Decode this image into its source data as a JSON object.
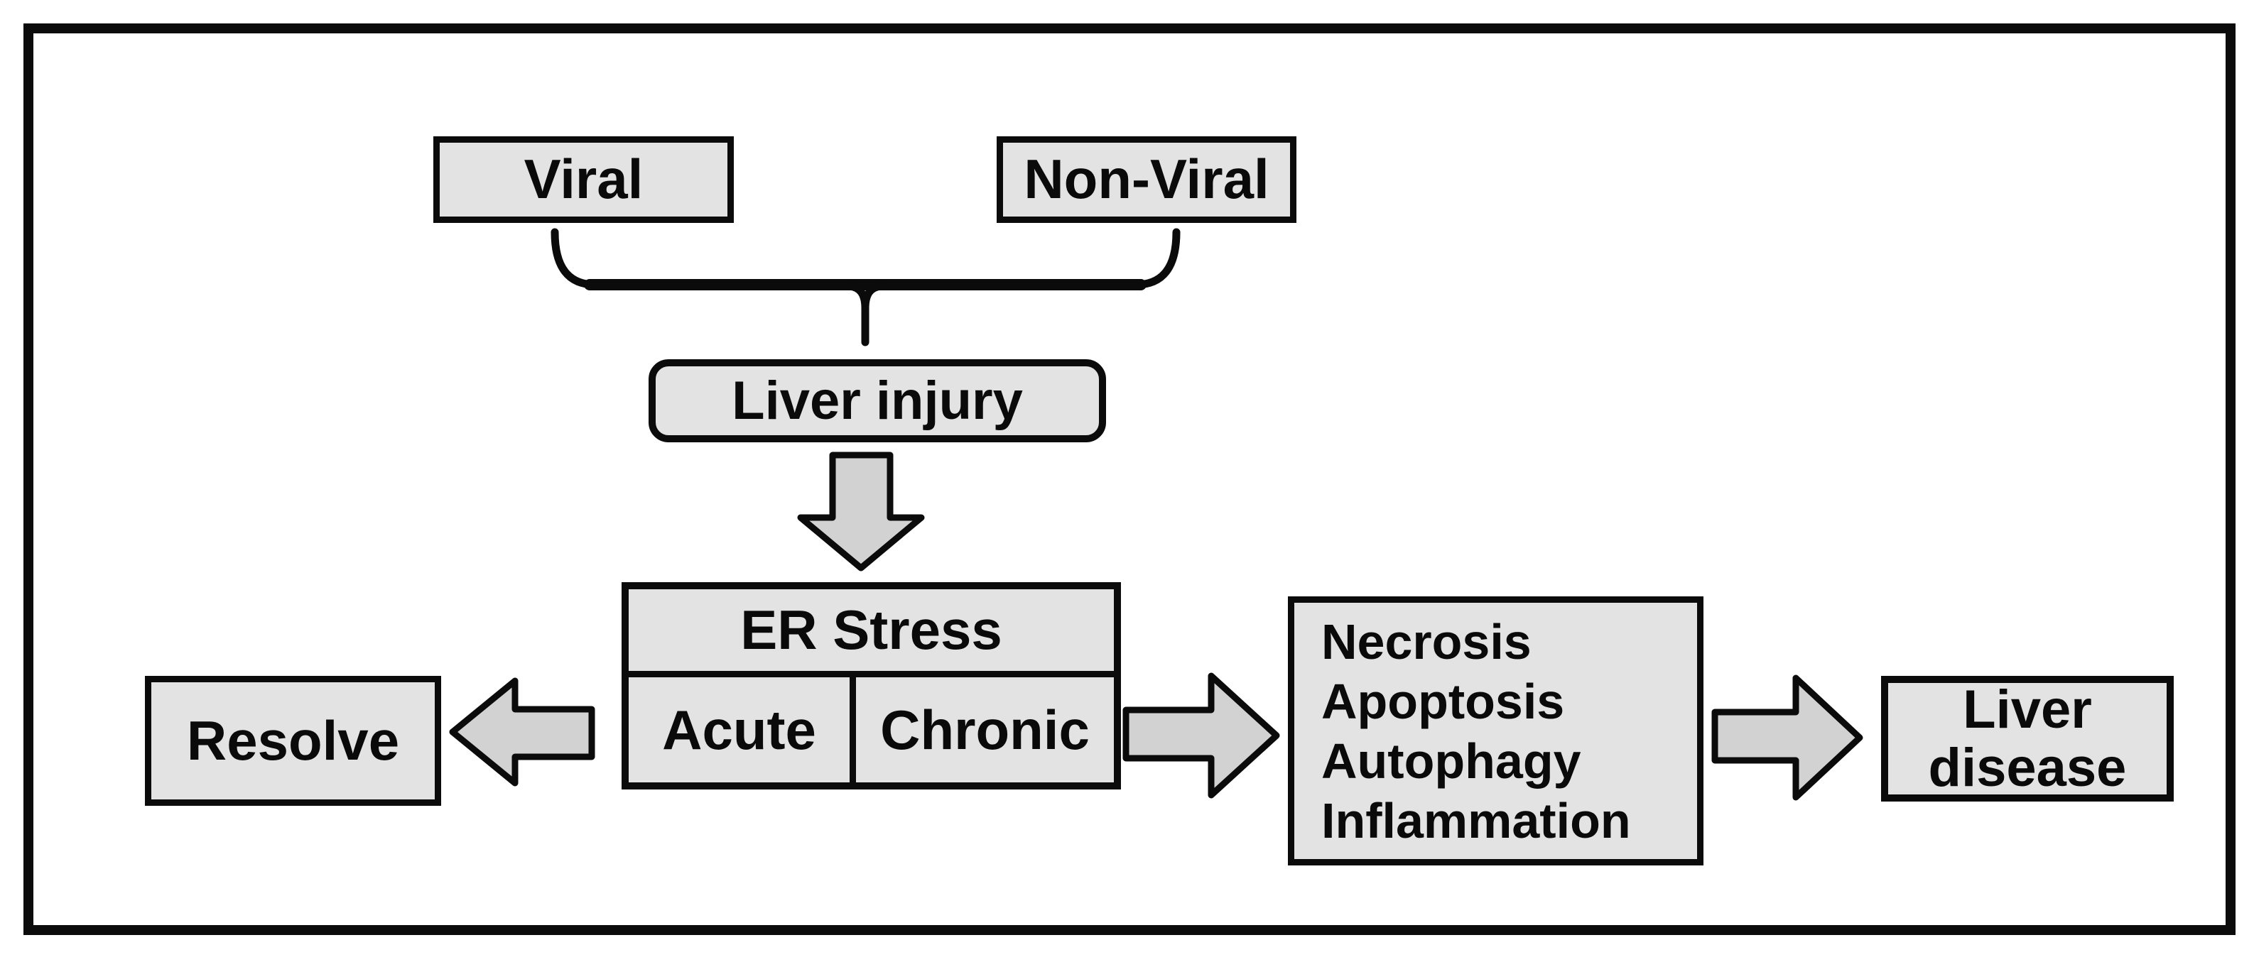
{
  "diagram": {
    "nodes": {
      "viral": {
        "label": "Viral"
      },
      "non_viral": {
        "label": "Non-Viral"
      },
      "liver_injury": {
        "label": "Liver injury"
      },
      "er_stress": {
        "label": "ER Stress"
      },
      "acute": {
        "label": "Acute"
      },
      "chronic": {
        "label": "Chronic"
      },
      "resolve": {
        "label": "Resolve"
      },
      "outcomes": {
        "lines": [
          "Necrosis",
          "Apoptosis",
          "Autophagy",
          "Inflammation"
        ]
      },
      "liver_disease": {
        "lines": [
          "Liver",
          "disease"
        ]
      }
    },
    "connectors": [
      {
        "type": "brace",
        "from": "viral + non_viral",
        "to": "liver_injury"
      },
      {
        "type": "block-arrow",
        "direction": "down",
        "from": "liver_injury",
        "to": "er_stress"
      },
      {
        "type": "block-arrow",
        "direction": "left",
        "from": "acute",
        "to": "resolve"
      },
      {
        "type": "block-arrow",
        "direction": "right",
        "from": "chronic",
        "to": "outcomes"
      },
      {
        "type": "block-arrow",
        "direction": "right",
        "from": "outcomes",
        "to": "liver_disease"
      }
    ],
    "colors": {
      "background": "#ffffff",
      "box_fill": "#e3e3e3",
      "arrow_fill": "#d2d2d2",
      "line": "#0b0b0b",
      "text": "#0a0a0a"
    }
  }
}
